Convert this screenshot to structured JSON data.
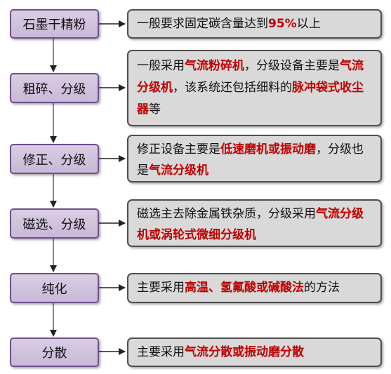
{
  "stages": [
    {
      "label": "石墨干精粉"
    },
    {
      "label": "粗碎、分级"
    },
    {
      "label": "修正、分级"
    },
    {
      "label": "磁选、分级"
    },
    {
      "label": "纯化"
    },
    {
      "label": "分散"
    }
  ],
  "descriptions": [
    {
      "segments": [
        {
          "text": "一般要求固定碳含量达到",
          "hl": false
        },
        {
          "text": "95%",
          "hl": true
        },
        {
          "text": "以上",
          "hl": false
        }
      ]
    },
    {
      "segments": [
        {
          "text": "一般采用",
          "hl": false
        },
        {
          "text": "气流粉碎机",
          "hl": true
        },
        {
          "text": "，分级设备主要是",
          "hl": false
        },
        {
          "text": "气流分级机",
          "hl": true
        },
        {
          "text": "，该系统还包括细料的",
          "hl": false
        },
        {
          "text": "脉冲袋式收尘器",
          "hl": true
        },
        {
          "text": "等",
          "hl": false
        }
      ]
    },
    {
      "segments": [
        {
          "text": "修正设备主要是",
          "hl": false
        },
        {
          "text": "低速磨机或振动磨",
          "hl": true
        },
        {
          "text": "，分级也是",
          "hl": false
        },
        {
          "text": "气流分级机",
          "hl": true
        }
      ]
    },
    {
      "segments": [
        {
          "text": "磁选主去除金属铁杂质，分级采用",
          "hl": false
        },
        {
          "text": "气流分级机或涡轮式微细分级机",
          "hl": true
        }
      ]
    },
    {
      "segments": [
        {
          "text": "主要采用",
          "hl": false
        },
        {
          "text": "高温、氢氟酸或碱酸法",
          "hl": true
        },
        {
          "text": "的方法",
          "hl": false
        }
      ]
    },
    {
      "segments": [
        {
          "text": "主要采用",
          "hl": false
        },
        {
          "text": "气流分散或振动磨分散",
          "hl": true
        }
      ]
    }
  ]
}
